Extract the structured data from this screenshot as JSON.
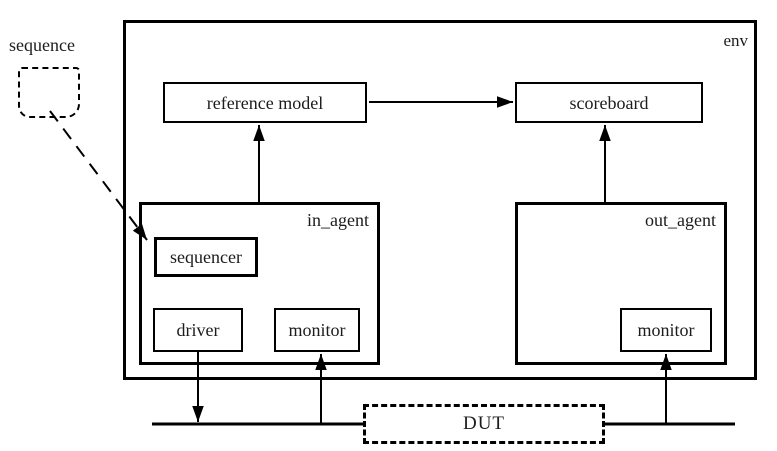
{
  "labels": {
    "sequence": "sequence",
    "env": "env",
    "reference_model": "reference model",
    "scoreboard": "scoreboard",
    "in_agent": "in_agent",
    "out_agent": "out_agent",
    "sequencer": "sequencer",
    "driver": "driver",
    "in_monitor": "monitor",
    "out_monitor": "monitor",
    "dut": "DUT"
  },
  "colors": {
    "line": "#000000",
    "background": "#ffffff",
    "text": "#1c1c1c"
  }
}
